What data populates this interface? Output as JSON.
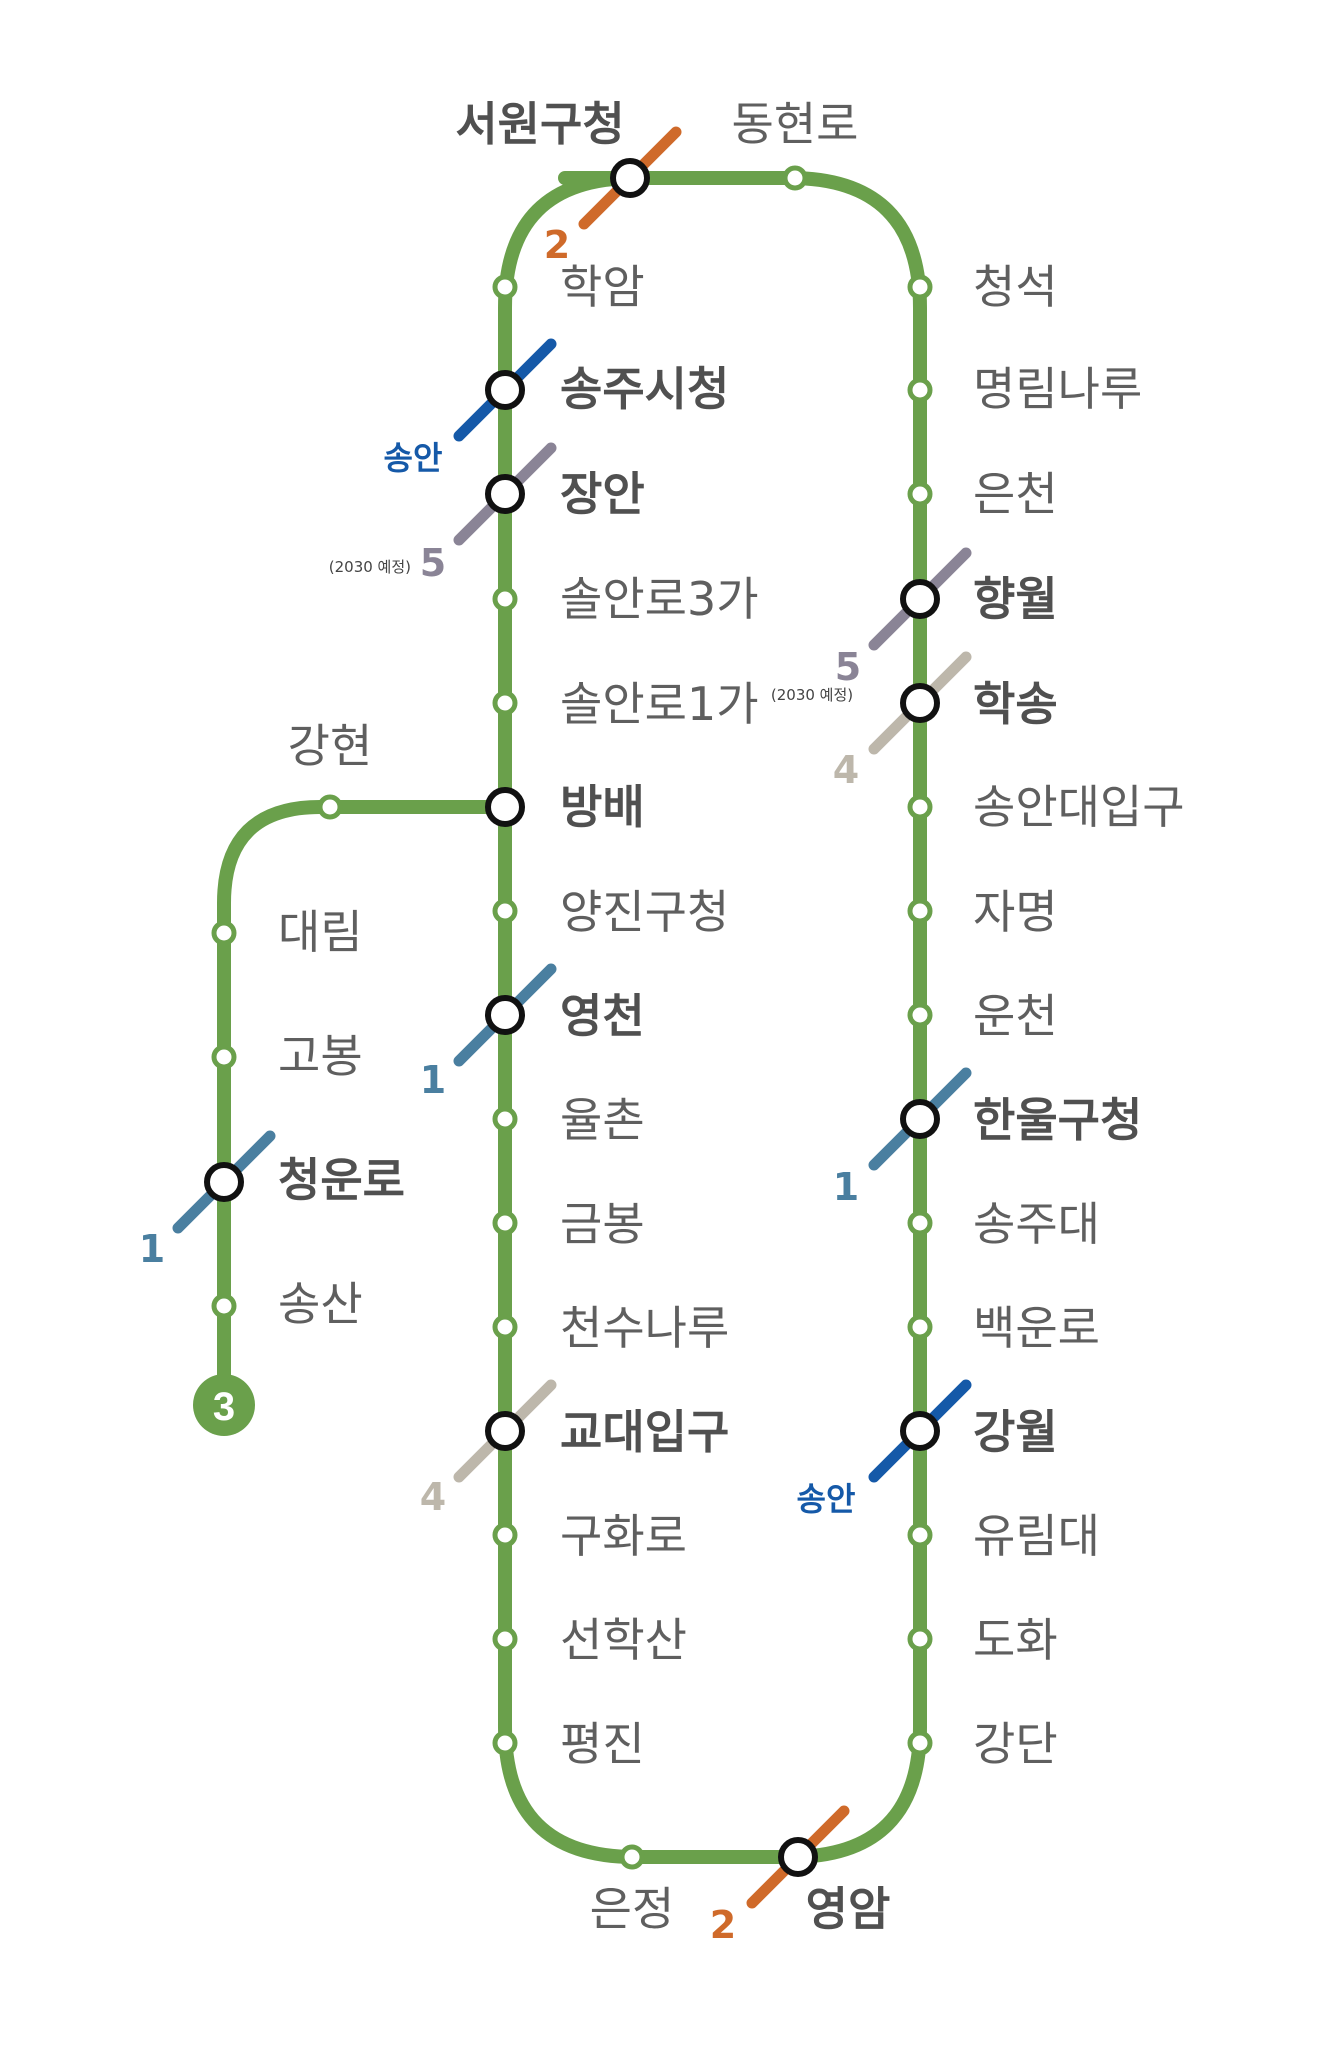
{
  "colors": {
    "main_line": "#6aa04b",
    "line_1": "#4a7fa0",
    "line_2": "#cf6a2a",
    "line_4": "#bdb7ab",
    "line_5": "#8a8496",
    "line_songan": "#1559a8",
    "text": "#5f5f5f"
  },
  "line": {
    "badge": "3"
  },
  "branch_connector": {
    "label": "강현"
  },
  "stations": [
    {
      "id": "seowon-gucheong",
      "name": "서원구청",
      "transfer": true
    },
    {
      "id": "donghyeon-ro",
      "name": "동현로",
      "transfer": false
    },
    {
      "id": "hagam",
      "name": "학암",
      "transfer": false
    },
    {
      "id": "songju-sicheong",
      "name": "송주시청",
      "transfer": true
    },
    {
      "id": "jangan",
      "name": "장안",
      "transfer": true
    },
    {
      "id": "solan-ro-3ga",
      "name": "솔안로3가",
      "transfer": false
    },
    {
      "id": "solan-ro-1ga",
      "name": "솔안로1가",
      "transfer": false
    },
    {
      "id": "bangbae",
      "name": "방배",
      "transfer": true
    },
    {
      "id": "yangjin-gucheong",
      "name": "양진구청",
      "transfer": false
    },
    {
      "id": "yeongcheon",
      "name": "영천",
      "transfer": true
    },
    {
      "id": "yulchon",
      "name": "율촌",
      "transfer": false
    },
    {
      "id": "geumbong",
      "name": "금봉",
      "transfer": false
    },
    {
      "id": "cheonsu-naru",
      "name": "천수나루",
      "transfer": false
    },
    {
      "id": "gyodae-ipgu",
      "name": "교대입구",
      "transfer": true
    },
    {
      "id": "guhwa-ro",
      "name": "구화로",
      "transfer": false
    },
    {
      "id": "seonhaksan",
      "name": "선학산",
      "transfer": false
    },
    {
      "id": "pyeongjin",
      "name": "평진",
      "transfer": false
    },
    {
      "id": "eunjeong",
      "name": "은정",
      "transfer": false
    },
    {
      "id": "yeongam",
      "name": "영암",
      "transfer": true
    },
    {
      "id": "gangdan",
      "name": "강단",
      "transfer": false
    },
    {
      "id": "dohwa",
      "name": "도화",
      "transfer": false
    },
    {
      "id": "yurimdae",
      "name": "유림대",
      "transfer": false
    },
    {
      "id": "gangwol",
      "name": "강월",
      "transfer": true
    },
    {
      "id": "baegun-ro",
      "name": "백운로",
      "transfer": false
    },
    {
      "id": "songjudae",
      "name": "송주대",
      "transfer": false
    },
    {
      "id": "hanul-gucheong",
      "name": "한울구청",
      "transfer": true
    },
    {
      "id": "uncheon",
      "name": "운천",
      "transfer": false
    },
    {
      "id": "jamyeong",
      "name": "자명",
      "transfer": false
    },
    {
      "id": "songandae-ipgu",
      "name": "송안대입구",
      "transfer": false
    },
    {
      "id": "haksong",
      "name": "학송",
      "transfer": true
    },
    {
      "id": "hyangwol",
      "name": "향월",
      "transfer": true
    },
    {
      "id": "euncheon",
      "name": "은천",
      "transfer": false
    },
    {
      "id": "myeongrim-naru",
      "name": "명림나루",
      "transfer": false
    },
    {
      "id": "cheongseok",
      "name": "청석",
      "transfer": false
    },
    {
      "id": "daerim",
      "name": "대림",
      "transfer": false
    },
    {
      "id": "gobong",
      "name": "고봉",
      "transfer": false
    },
    {
      "id": "cheongun-ro",
      "name": "청운로",
      "transfer": true
    },
    {
      "id": "songsan",
      "name": "송산",
      "transfer": false
    }
  ],
  "connections": [
    {
      "id": "c-seowon",
      "line": "2",
      "label": "2",
      "note": ""
    },
    {
      "id": "c-songju",
      "line": "songan",
      "label": "송안",
      "note": ""
    },
    {
      "id": "c-jangan",
      "line": "5",
      "label": "5",
      "note": "(2030 예정)"
    },
    {
      "id": "c-yeongcheon",
      "line": "1",
      "label": "1",
      "note": ""
    },
    {
      "id": "c-gyodae",
      "line": "4",
      "label": "4",
      "note": ""
    },
    {
      "id": "c-yeongam",
      "line": "2",
      "label": "2",
      "note": ""
    },
    {
      "id": "c-gangwol",
      "line": "songan",
      "label": "송안",
      "note": ""
    },
    {
      "id": "c-hanul",
      "line": "1",
      "label": "1",
      "note": ""
    },
    {
      "id": "c-haksong",
      "line": "4",
      "label": "4",
      "note": ""
    },
    {
      "id": "c-hyangwol",
      "line": "5",
      "label": "5",
      "note": "(2030 예정)"
    },
    {
      "id": "c-cheongun",
      "line": "1",
      "label": "1",
      "note": ""
    }
  ]
}
